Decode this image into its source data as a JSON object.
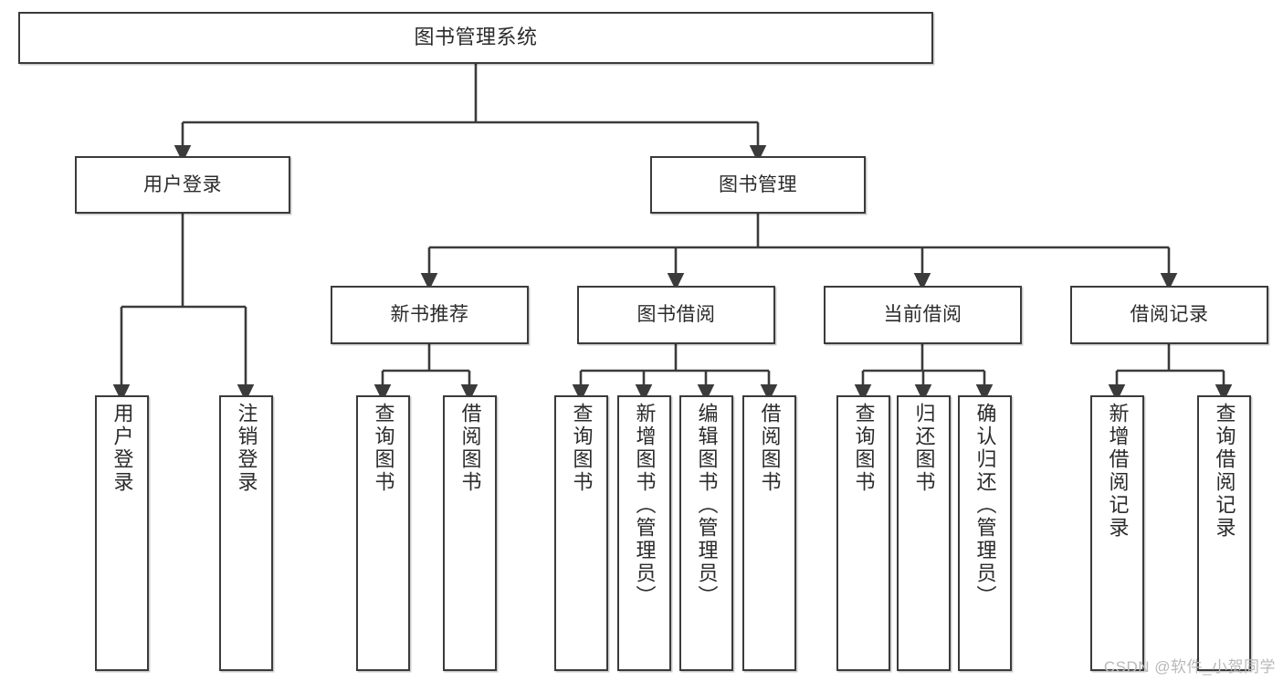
{
  "diagram": {
    "title": "图书管理系统",
    "type": "hierarchy-tree",
    "colors": {
      "box_border": "#3b3b3b",
      "box_fill": "#ffffff",
      "edge": "#3b3b3b",
      "text": "#2b2b2b",
      "watermark": "#b9b9b9"
    },
    "root": {
      "label": "图书管理系统"
    },
    "level2": [
      {
        "label": "用户登录"
      },
      {
        "label": "图书管理"
      }
    ],
    "level3": [
      {
        "label": "新书推荐"
      },
      {
        "label": "图书借阅"
      },
      {
        "label": "当前借阅"
      },
      {
        "label": "借阅记录"
      }
    ],
    "leaves": {
      "user_login": [
        {
          "label": "用户登录"
        },
        {
          "label": "注销登录"
        }
      ],
      "new_book": [
        {
          "label": "查询图书"
        },
        {
          "label": "借阅图书"
        }
      ],
      "borrow_book": [
        {
          "label": "查询图书"
        },
        {
          "label": "新增图书（管理员）"
        },
        {
          "label": "编辑图书（管理员）"
        },
        {
          "label": "借阅图书"
        }
      ],
      "current_borrow": [
        {
          "label": "查询图书"
        },
        {
          "label": "归还图书"
        },
        {
          "label": "确认归还（管理员）"
        }
      ],
      "borrow_record": [
        {
          "label": "新增借阅记录"
        },
        {
          "label": "查询借阅记录"
        }
      ]
    }
  },
  "watermark": {
    "text": "CSDN @软件_小贺同学"
  }
}
